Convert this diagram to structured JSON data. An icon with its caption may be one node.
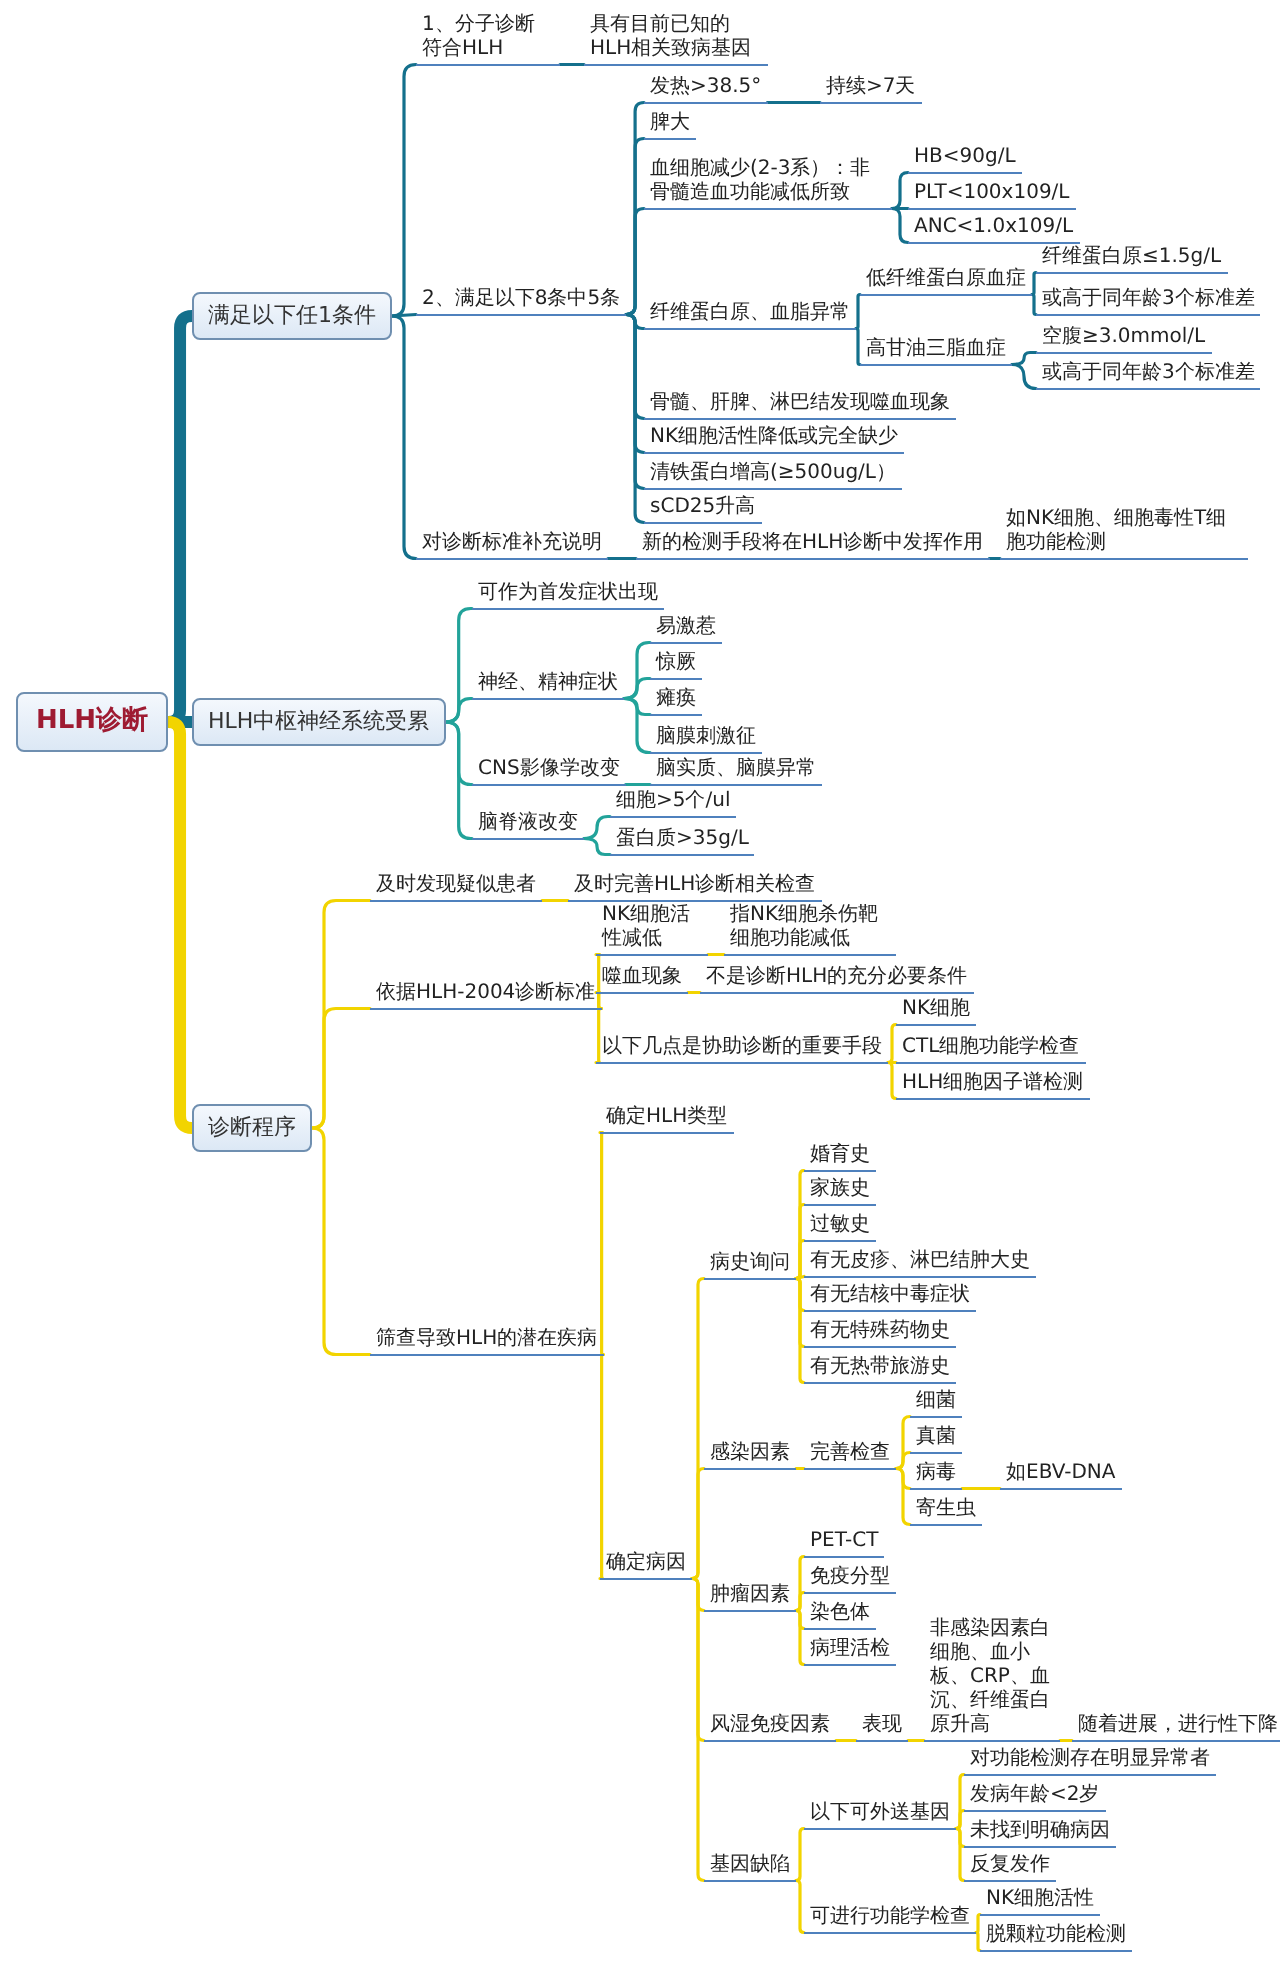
{
  "diagram": {
    "nodes": [
      {
        "text": [
          "HLH诊断"
        ]
      },
      {
        "text": [
          "满足以下任1条件"
        ]
      },
      {
        "text": [
          "1、分子诊断符合HLH"
        ]
      },
      {
        "text": [
          "具有目前已知的HLH相关致病基因"
        ]
      },
      {
        "text": [
          "2、满足以下8条中5条"
        ]
      },
      {
        "text": [
          "发热>38.5°"
        ]
      },
      {
        "text": [
          "持续>7天"
        ]
      },
      {
        "text": [
          "脾大"
        ]
      },
      {
        "text": [
          "血细胞减少(2-3系）：非骨髓造血功能减低所致"
        ]
      },
      {
        "text": [
          "HB<90g/L"
        ]
      },
      {
        "text": [
          "PLT<100x109/L"
        ]
      },
      {
        "text": [
          "ANC<1.0x109/L"
        ]
      },
      {
        "text": [
          "纤维蛋白原、血脂异常"
        ]
      },
      {
        "text": [
          "低纤维蛋白原血症"
        ]
      },
      {
        "text": [
          "纤维蛋白原≤1.5g/L"
        ]
      },
      {
        "text": [
          "或高于同年龄3个标准差"
        ]
      },
      {
        "text": [
          "高甘油三脂血症"
        ]
      },
      {
        "text": [
          "空腹≥3.0mmol/L"
        ]
      },
      {
        "text": [
          "或高于同年龄3个标准差"
        ]
      },
      {
        "text": [
          "骨髓、肝脾、淋巴结发现噬血现象"
        ]
      },
      {
        "text": [
          "NK细胞活性降低或完全缺少"
        ]
      },
      {
        "text": [
          "清铁蛋白增高(≥500ug/L）"
        ]
      },
      {
        "text": [
          "sCD25升高"
        ]
      },
      {
        "text": [
          "对诊断标准补充说明"
        ]
      },
      {
        "text": [
          "新的检测手段将在HLH诊断中发挥作用"
        ]
      },
      {
        "text": [
          "如NK细胞、细胞毒性T细胞功能检测"
        ]
      },
      {
        "text": [
          "HLH中枢神经系统受累"
        ]
      },
      {
        "text": [
          "可作为首发症状出现"
        ]
      },
      {
        "text": [
          "神经、精神症状"
        ]
      },
      {
        "text": [
          "易激惹"
        ]
      },
      {
        "text": [
          "惊厥"
        ]
      },
      {
        "text": [
          "瘫痪"
        ]
      },
      {
        "text": [
          "脑膜刺激征"
        ]
      },
      {
        "text": [
          "CNS影像学改变"
        ]
      },
      {
        "text": [
          "脑实质、脑膜异常"
        ]
      },
      {
        "text": [
          "脑脊液改变"
        ]
      },
      {
        "text": [
          "细胞>5个/ul"
        ]
      },
      {
        "text": [
          "蛋白质>35g/L"
        ]
      },
      {
        "text": [
          "诊断程序"
        ]
      },
      {
        "text": [
          "及时发现疑似患者"
        ]
      },
      {
        "text": [
          "及时完善HLH诊断相关检查"
        ]
      },
      {
        "text": [
          "依据HLH-2004诊断标准"
        ]
      },
      {
        "text": [
          "NK细胞活性减低"
        ]
      },
      {
        "text": [
          "指NK细胞杀伤靶细胞功能减低"
        ]
      },
      {
        "text": [
          "噬血现象"
        ]
      },
      {
        "text": [
          "不是诊断HLH的充分必要条件"
        ]
      },
      {
        "text": [
          "以下几点是协助诊断的重要手段"
        ]
      },
      {
        "text": [
          "NK细胞"
        ]
      },
      {
        "text": [
          "CTL细胞功能学检查"
        ]
      },
      {
        "text": [
          "HLH细胞因子谱检测"
        ]
      },
      {
        "text": [
          "筛查导致HLH的潜在疾病"
        ]
      },
      {
        "text": [
          "确定HLH类型"
        ]
      },
      {
        "text": [
          "确定病因"
        ]
      },
      {
        "text": [
          "病史询问"
        ]
      },
      {
        "text": [
          "婚育史"
        ]
      },
      {
        "text": [
          "家族史"
        ]
      },
      {
        "text": [
          "过敏史"
        ]
      },
      {
        "text": [
          "有无皮疹、淋巴结肿大史"
        ]
      },
      {
        "text": [
          "有无结核中毒症状"
        ]
      },
      {
        "text": [
          "有无特殊药物史"
        ]
      },
      {
        "text": [
          "有无热带旅游史"
        ]
      },
      {
        "text": [
          "感染因素"
        ]
      },
      {
        "text": [
          "完善检查"
        ]
      },
      {
        "text": [
          "细菌"
        ]
      },
      {
        "text": [
          "真菌"
        ]
      },
      {
        "text": [
          "病毒"
        ]
      },
      {
        "text": [
          "寄生虫"
        ]
      },
      {
        "text": [
          "如EBV-DNA"
        ]
      },
      {
        "text": [
          "肿瘤因素"
        ]
      },
      {
        "text": [
          "PET-CT"
        ]
      },
      {
        "text": [
          "免疫分型"
        ]
      },
      {
        "text": [
          "染色体"
        ]
      },
      {
        "text": [
          "病理活检"
        ]
      },
      {
        "text": [
          "风湿免疫因素"
        ]
      },
      {
        "text": [
          "表现"
        ]
      },
      {
        "text": [
          "非感染因素白细胞、血小板、CRP、血沉、纤维蛋白原升高"
        ]
      },
      {
        "text": [
          "随着进展，进行性下降"
        ]
      },
      {
        "text": [
          "基因缺陷"
        ]
      },
      {
        "text": [
          "以下可外送基因"
        ]
      },
      {
        "text": [
          "对功能检测存在明显异常者"
        ]
      },
      {
        "text": [
          "发病年龄<2岁"
        ]
      },
      {
        "text": [
          "未找到明确病因"
        ]
      },
      {
        "text": [
          "反复发作"
        ]
      },
      {
        "text": [
          "可进行功能学检查"
        ]
      },
      {
        "text": [
          "NK细胞活性"
        ]
      },
      {
        "text": [
          "脱颗粒功能检测"
        ]
      }
    ],
    "edges": [
      {
        "from": 0,
        "to": 1,
        "arrow": "none",
        "style": "thick",
        "color": "#14708c"
      },
      {
        "from": 0,
        "to": 26,
        "arrow": "none",
        "style": "thick",
        "color": "#14708c"
      },
      {
        "from": 0,
        "to": 38,
        "arrow": "none",
        "style": "thick"
      },
      {
        "from": 1,
        "to": 2,
        "arrow": "none",
        "color": "#14708c"
      },
      {
        "from": 2,
        "to": 3,
        "arrow": "none",
        "color": "#14708c"
      },
      {
        "from": 1,
        "to": 4,
        "arrow": "none",
        "color": "#14708c"
      },
      {
        "from": 4,
        "to": 5,
        "arrow": "none",
        "color": "#14708c"
      },
      {
        "from": 5,
        "to": 6,
        "arrow": "none",
        "color": "#14708c"
      },
      {
        "from": 4,
        "to": 7,
        "arrow": "none",
        "color": "#14708c"
      },
      {
        "from": 4,
        "to": 8,
        "arrow": "none",
        "color": "#14708c"
      },
      {
        "from": 8,
        "to": 9,
        "arrow": "none",
        "color": "#14708c"
      },
      {
        "from": 8,
        "to": 10,
        "arrow": "none",
        "color": "#14708c"
      },
      {
        "from": 8,
        "to": 11,
        "arrow": "none",
        "color": "#14708c"
      },
      {
        "from": 4,
        "to": 12,
        "arrow": "none",
        "color": "#14708c"
      },
      {
        "from": 12,
        "to": 13,
        "arrow": "none",
        "color": "#14708c"
      },
      {
        "from": 13,
        "to": 14,
        "arrow": "none",
        "color": "#14708c"
      },
      {
        "from": 13,
        "to": 15,
        "arrow": "none",
        "color": "#14708c"
      },
      {
        "from": 12,
        "to": 16,
        "arrow": "none",
        "color": "#14708c"
      },
      {
        "from": 16,
        "to": 17,
        "arrow": "none",
        "color": "#14708c"
      },
      {
        "from": 16,
        "to": 18,
        "arrow": "none",
        "color": "#14708c"
      },
      {
        "from": 4,
        "to": 19,
        "arrow": "none",
        "color": "#14708c"
      },
      {
        "from": 4,
        "to": 20,
        "arrow": "none",
        "color": "#14708c"
      },
      {
        "from": 4,
        "to": 21,
        "arrow": "none",
        "color": "#14708c"
      },
      {
        "from": 4,
        "to": 22,
        "arrow": "none",
        "color": "#14708c"
      },
      {
        "from": 1,
        "to": 23,
        "arrow": "none",
        "color": "#14708c"
      },
      {
        "from": 23,
        "to": 24,
        "arrow": "none",
        "color": "#14708c"
      },
      {
        "from": 24,
        "to": 25,
        "arrow": "none",
        "color": "#14708c"
      },
      {
        "from": 26,
        "to": 27,
        "arrow": "none",
        "color": "#22a39a"
      },
      {
        "from": 26,
        "to": 28,
        "arrow": "none",
        "color": "#22a39a"
      },
      {
        "from": 28,
        "to": 29,
        "arrow": "none",
        "color": "#22a39a"
      },
      {
        "from": 28,
        "to": 30,
        "arrow": "none",
        "color": "#22a39a"
      },
      {
        "from": 28,
        "to": 31,
        "arrow": "none",
        "color": "#22a39a"
      },
      {
        "from": 28,
        "to": 32,
        "arrow": "none",
        "color": "#22a39a"
      },
      {
        "from": 26,
        "to": 33,
        "arrow": "none",
        "color": "#22a39a"
      },
      {
        "from": 33,
        "to": 34,
        "arrow": "none",
        "color": "#22a39a"
      },
      {
        "from": 26,
        "to": 35,
        "arrow": "none",
        "color": "#22a39a"
      },
      {
        "from": 35,
        "to": 36,
        "arrow": "none",
        "color": "#22a39a"
      },
      {
        "from": 35,
        "to": 37,
        "arrow": "none",
        "color": "#22a39a"
      },
      {
        "from": 38,
        "to": 39,
        "arrow": "none"
      },
      {
        "from": 39,
        "to": 40,
        "arrow": "none"
      },
      {
        "from": 38,
        "to": 41,
        "arrow": "none"
      },
      {
        "from": 41,
        "to": 42,
        "arrow": "none"
      },
      {
        "from": 42,
        "to": 43,
        "arrow": "none"
      },
      {
        "from": 41,
        "to": 44,
        "arrow": "none"
      },
      {
        "from": 44,
        "to": 45,
        "arrow": "none"
      },
      {
        "from": 41,
        "to": 46,
        "arrow": "none"
      },
      {
        "from": 46,
        "to": 47,
        "arrow": "none"
      },
      {
        "from": 46,
        "to": 48,
        "arrow": "none"
      },
      {
        "from": 46,
        "to": 49,
        "arrow": "none"
      },
      {
        "from": 38,
        "to": 50,
        "arrow": "none"
      },
      {
        "from": 50,
        "to": 51,
        "arrow": "none"
      },
      {
        "from": 50,
        "to": 52,
        "arrow": "none"
      },
      {
        "from": 52,
        "to": 53,
        "arrow": "none"
      },
      {
        "from": 53,
        "to": 54,
        "arrow": "none"
      },
      {
        "from": 53,
        "to": 55,
        "arrow": "none"
      },
      {
        "from": 53,
        "to": 56,
        "arrow": "none"
      },
      {
        "from": 53,
        "to": 57,
        "arrow": "none"
      },
      {
        "from": 53,
        "to": 58,
        "arrow": "none"
      },
      {
        "from": 53,
        "to": 59,
        "arrow": "none"
      },
      {
        "from": 53,
        "to": 60,
        "arrow": "none"
      },
      {
        "from": 52,
        "to": 61,
        "arrow": "none"
      },
      {
        "from": 61,
        "to": 62,
        "arrow": "none"
      },
      {
        "from": 62,
        "to": 63,
        "arrow": "none"
      },
      {
        "from": 62,
        "to": 64,
        "arrow": "none"
      },
      {
        "from": 62,
        "to": 65,
        "arrow": "none"
      },
      {
        "from": 62,
        "to": 66,
        "arrow": "none"
      },
      {
        "from": 65,
        "to": 67,
        "arrow": "none"
      },
      {
        "from": 52,
        "to": 68,
        "arrow": "none"
      },
      {
        "from": 68,
        "to": 69,
        "arrow": "none"
      },
      {
        "from": 68,
        "to": 70,
        "arrow": "none"
      },
      {
        "from": 68,
        "to": 71,
        "arrow": "none"
      },
      {
        "from": 68,
        "to": 72,
        "arrow": "none"
      },
      {
        "from": 52,
        "to": 73,
        "arrow": "none"
      },
      {
        "from": 73,
        "to": 74,
        "arrow": "none"
      },
      {
        "from": 74,
        "to": 75,
        "arrow": "none"
      },
      {
        "from": 75,
        "to": 76,
        "arrow": "none"
      },
      {
        "from": 52,
        "to": 77,
        "arrow": "none"
      },
      {
        "from": 77,
        "to": 78,
        "arrow": "none"
      },
      {
        "from": 78,
        "to": 79,
        "arrow": "none"
      },
      {
        "from": 78,
        "to": 80,
        "arrow": "none"
      },
      {
        "from": 78,
        "to": 81,
        "arrow": "none"
      },
      {
        "from": 78,
        "to": 82,
        "arrow": "none"
      },
      {
        "from": 77,
        "to": 83,
        "arrow": "none"
      },
      {
        "from": 83,
        "to": 84,
        "arrow": "none"
      },
      {
        "from": 83,
        "to": 85,
        "arrow": "none"
      }
    ]
  }
}
